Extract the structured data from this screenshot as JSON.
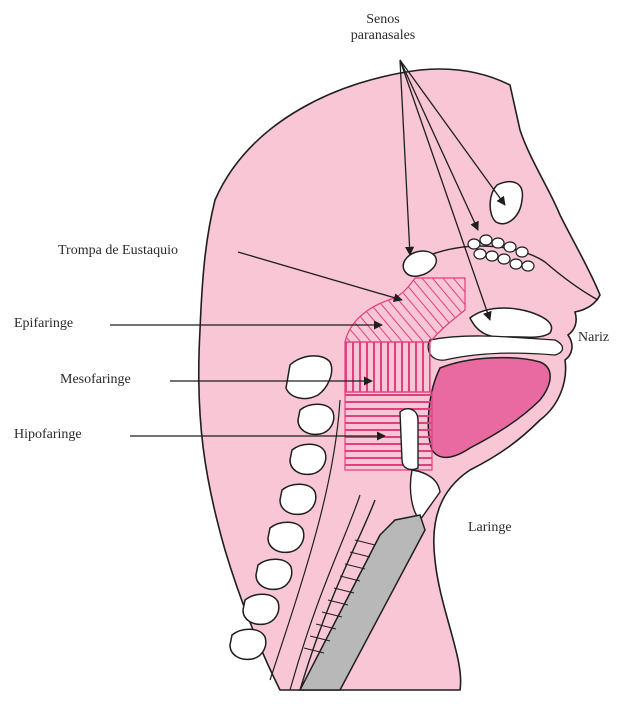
{
  "labels": {
    "senos_line1": "Senos",
    "senos_line2": "paranasales",
    "trompa": "Trompa de Eustaquio",
    "epifaringe": "Epifaringe",
    "mesofaringe": "Mesofaringe",
    "hipofaringe": "Hipofaringe",
    "nariz": "Nariz",
    "laringe": "Laringe"
  },
  "colors": {
    "skin": "#f8c6d5",
    "tongue": "#e86aa0",
    "hatch": "#e0407f",
    "trachea": "#b8b8b8",
    "bone": "#ffffff",
    "outline": "#1f1f1f"
  }
}
